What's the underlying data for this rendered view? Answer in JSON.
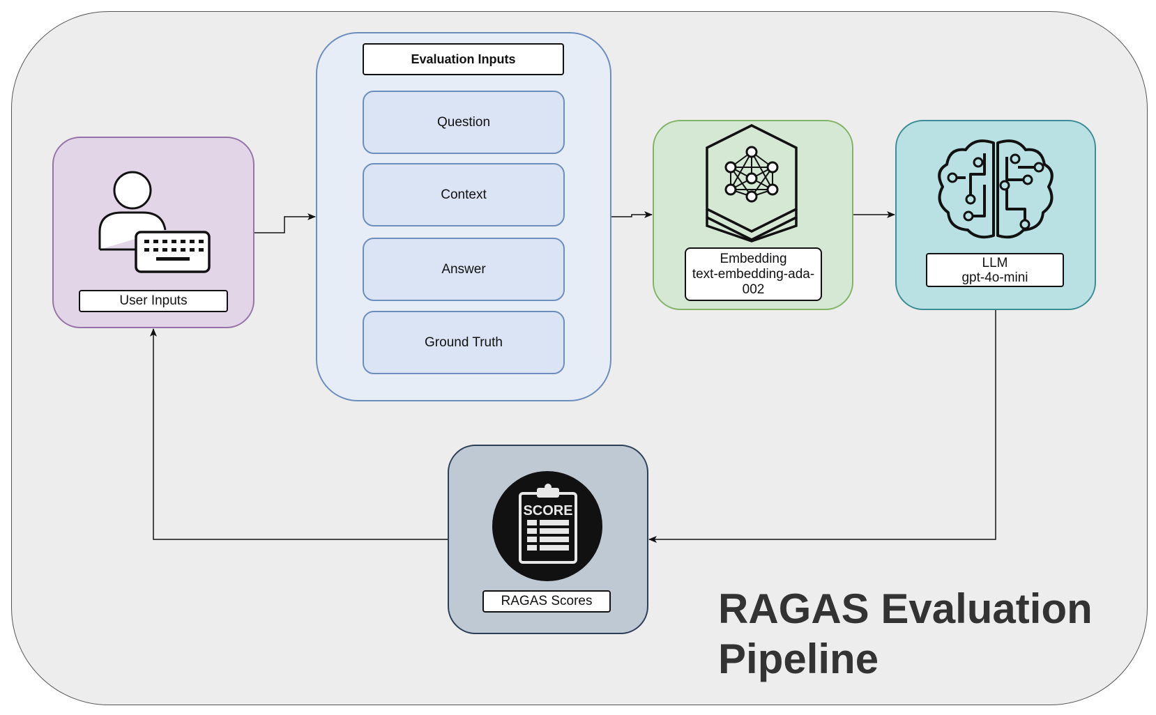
{
  "title": "RAGAS Evaluation\nPipeline",
  "user_inputs": {
    "label": "User Inputs",
    "icon": "user-keyboard-icon"
  },
  "evaluation_inputs": {
    "header": "Evaluation Inputs",
    "items": [
      "Question",
      "Context",
      "Answer",
      "Ground Truth"
    ]
  },
  "embedding": {
    "label_line1": "Embedding",
    "label_line2": "text-embedding-ada-",
    "label_line3": "002",
    "icon": "neural-network-icon"
  },
  "llm": {
    "label_line1": "LLM",
    "label_line2": "gpt-4o-mini",
    "icon": "brain-circuit-icon"
  },
  "scores": {
    "label": "RAGAS Scores",
    "icon_text": "SCORE",
    "icon": "score-clipboard-icon"
  },
  "colors": {
    "user": "#e1d5e7",
    "eval": "#e6edf7",
    "embedding": "#d5e8d4",
    "llm": "#b9e0e3",
    "scores": "#bfc9d4"
  }
}
